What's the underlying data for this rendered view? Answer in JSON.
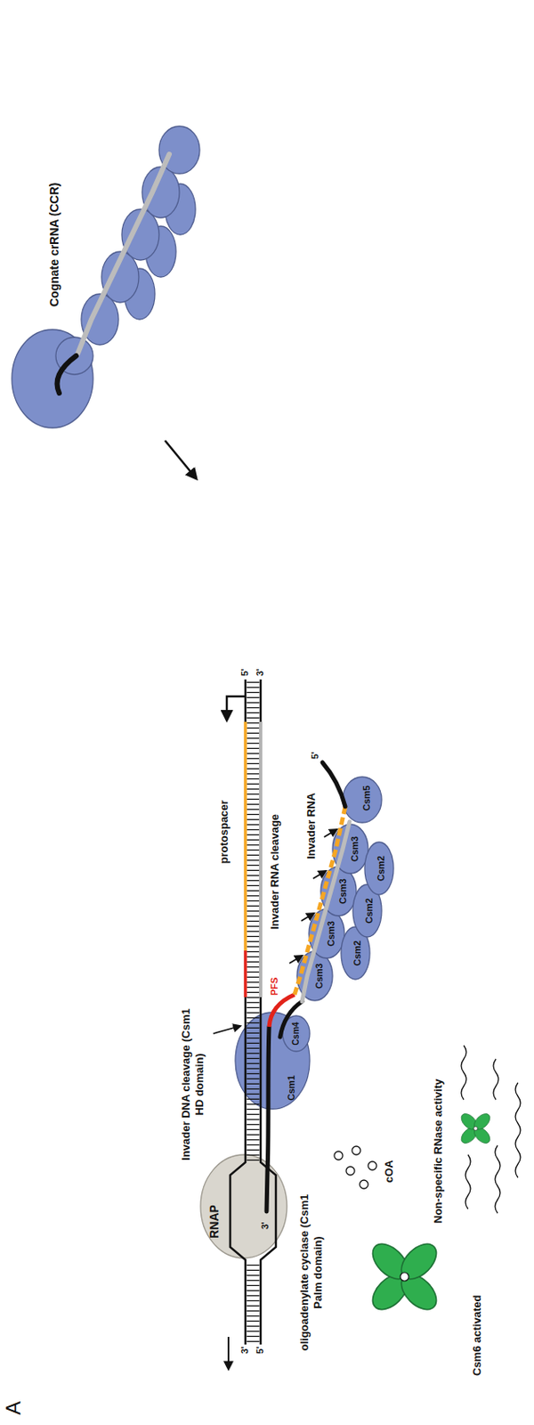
{
  "diagram": {
    "nodes": [
      {
        "text": [
          "RNAP"
        ]
      },
      {
        "text": [
          "Csm1"
        ]
      },
      {
        "text": [
          "Csm4"
        ],
        "in": 1
      },
      {
        "text": [
          "Csm3"
        ]
      },
      {
        "text": [
          "Csm3"
        ]
      },
      {
        "text": [
          "Csm3"
        ]
      },
      {
        "text": [
          "Csm3"
        ]
      },
      {
        "text": [
          "Csm2"
        ]
      },
      {
        "text": [
          "Csm2"
        ]
      },
      {
        "text": [
          "Csm2"
        ]
      },
      {
        "text": [
          "Csm5"
        ]
      }
    ],
    "labels": [
      "A",
      "3'",
      "5'",
      "5'",
      "3'",
      "protospacer",
      "Cognate crRNA (CCR)",
      "Invader DNA cleavage (Csm1 HD domain)",
      "3'",
      "PFS",
      "Invader RNA cleavage",
      "Invader RNA",
      "5'",
      "oligoadenylate cyclase (Csm1 Palm domain)",
      "cOA",
      "Csm6 activated",
      "Non-specific RNase activity"
    ]
  }
}
